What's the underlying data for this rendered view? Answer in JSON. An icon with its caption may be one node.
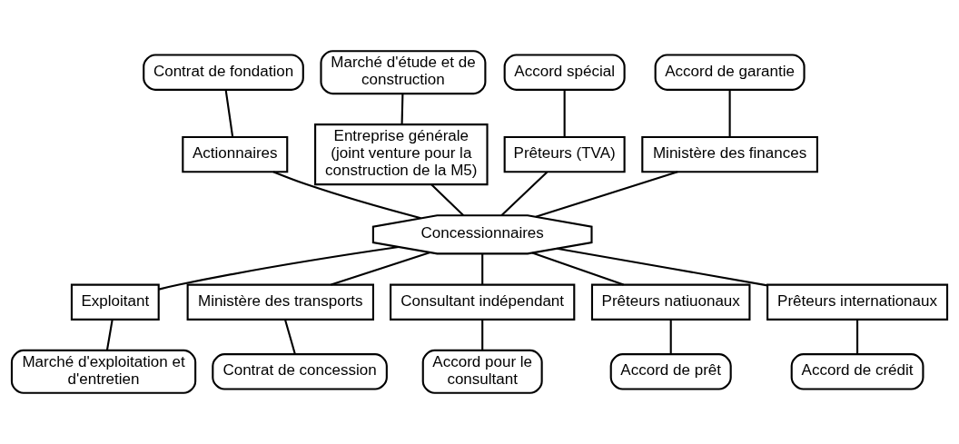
{
  "diagram": {
    "nodes": [
      {
        "text": [
          "Concessionnaires"
        ]
      },
      {
        "text": [
          "Actionnaires"
        ]
      },
      {
        "text": [
          "Contrat de fondation"
        ]
      },
      {
        "text": [
          "Entreprise générale (joint venture pour la construction de la M5)"
        ]
      },
      {
        "text": [
          "Marché d'étude et de construction"
        ]
      },
      {
        "text": [
          "Prêteurs (TVA)"
        ]
      },
      {
        "text": [
          "Accord spécial"
        ]
      },
      {
        "text": [
          "Ministère des finances"
        ]
      },
      {
        "text": [
          "Accord de garantie"
        ]
      },
      {
        "text": [
          "Exploitant"
        ]
      },
      {
        "text": [
          "Marché d'exploitation et d'entretien"
        ]
      },
      {
        "text": [
          "Ministère des transports"
        ]
      },
      {
        "text": [
          "Contrat de concession"
        ]
      },
      {
        "text": [
          "Consultant indépendant"
        ]
      },
      {
        "text": [
          "Accord pour le consultant"
        ]
      },
      {
        "text": [
          "Prêteurs natiuonaux"
        ]
      },
      {
        "text": [
          "Accord de prêt"
        ]
      },
      {
        "text": [
          "Prêteurs internationaux"
        ]
      },
      {
        "text": [
          "Accord de crédit"
        ]
      }
    ],
    "edges": [
      {
        "from": 0,
        "to": 1,
        "arrow": "none"
      },
      {
        "from": 2,
        "to": 1,
        "arrow": "none"
      },
      {
        "from": 0,
        "to": 3,
        "arrow": "none"
      },
      {
        "from": 4,
        "to": 3,
        "arrow": "none"
      },
      {
        "from": 0,
        "to": 5,
        "arrow": "none"
      },
      {
        "from": 6,
        "to": 5,
        "arrow": "none"
      },
      {
        "from": 0,
        "to": 7,
        "arrow": "none"
      },
      {
        "from": 8,
        "to": 7,
        "arrow": "none"
      },
      {
        "from": 0,
        "to": 9,
        "arrow": "none"
      },
      {
        "from": 10,
        "to": 9,
        "arrow": "none"
      },
      {
        "from": 0,
        "to": 11,
        "arrow": "none"
      },
      {
        "from": 12,
        "to": 11,
        "arrow": "none"
      },
      {
        "from": 0,
        "to": 13,
        "arrow": "none"
      },
      {
        "from": 14,
        "to": 13,
        "arrow": "none"
      },
      {
        "from": 0,
        "to": 15,
        "arrow": "none"
      },
      {
        "from": 16,
        "to": 15,
        "arrow": "none"
      },
      {
        "from": 0,
        "to": 17,
        "arrow": "none"
      },
      {
        "from": 18,
        "to": 17,
        "arrow": "none"
      }
    ]
  }
}
